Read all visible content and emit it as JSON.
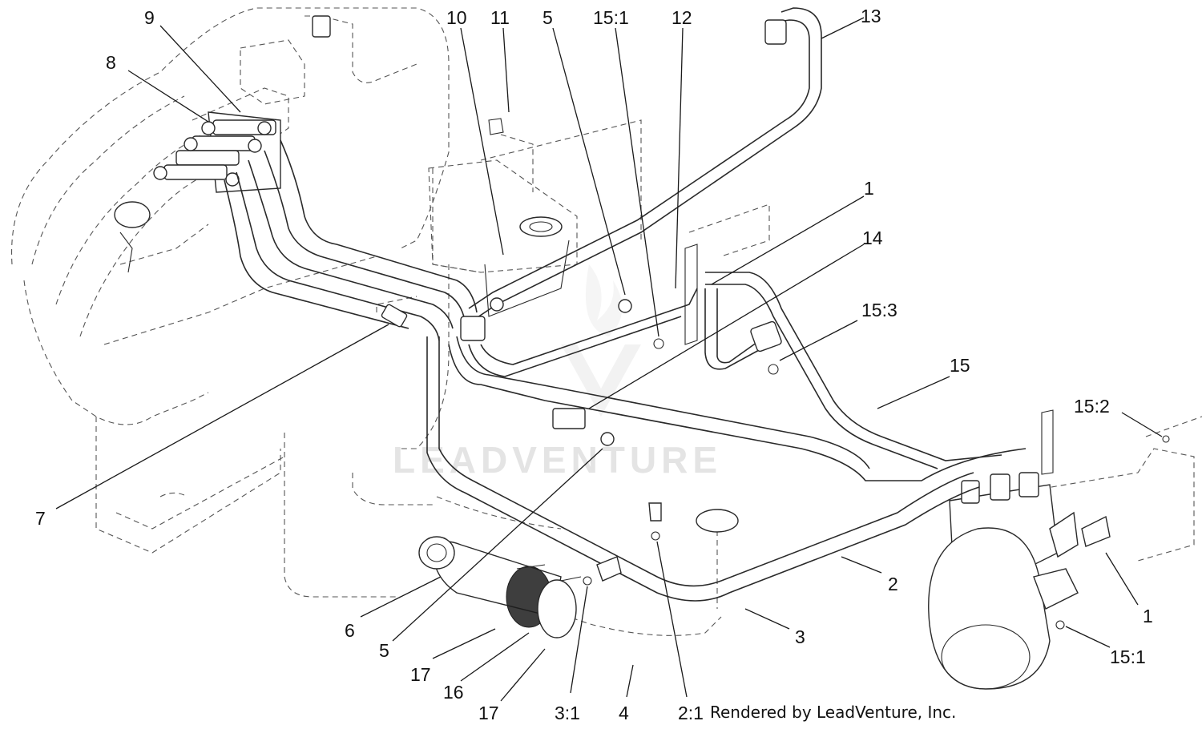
{
  "diagram": {
    "callouts": {
      "c9": "9",
      "c8": "8",
      "c10": "10",
      "c11": "11",
      "c5a": "5",
      "c15_1a": "15:1",
      "c12": "12",
      "c13": "13",
      "c1a": "1",
      "c14": "14",
      "c15_3": "15:3",
      "c15": "15",
      "c15_2": "15:2",
      "c7": "7",
      "c6": "6",
      "c5b": "5",
      "c17a": "17",
      "c16": "16",
      "c17b": "17",
      "c3_1": "3:1",
      "c4": "4",
      "c2_1": "2:1",
      "c3": "3",
      "c2": "2",
      "c1b": "1",
      "c15_1b": "15:1"
    },
    "credit": "Rendered by LeadVenture, Inc.",
    "watermark": "LEADVENTURE",
    "colors": {
      "ink": "#111111",
      "line": "#2a2a2a",
      "hidden": "#555555",
      "watermark": "#e4e4e4"
    }
  }
}
